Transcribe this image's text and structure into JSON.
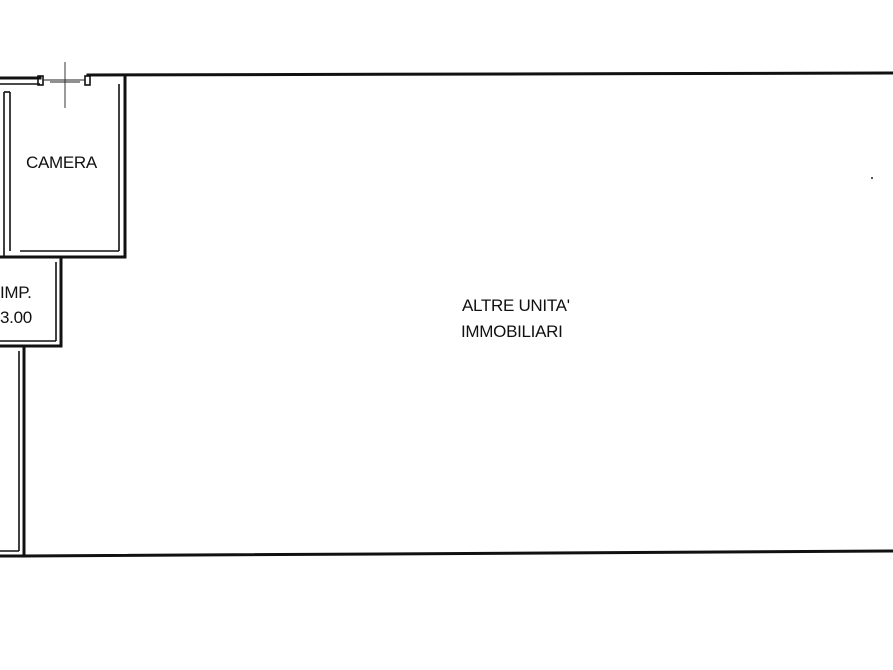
{
  "rooms": {
    "camera": {
      "label": "CAMERA"
    },
    "impianti": {
      "label": "IMP.",
      "dimension": "3.00"
    },
    "altre_unita": {
      "line1": "ALTRE UNITA'",
      "line2": "IMMOBILIARI"
    }
  },
  "colors": {
    "wall": "#111111",
    "background": "#ffffff"
  }
}
